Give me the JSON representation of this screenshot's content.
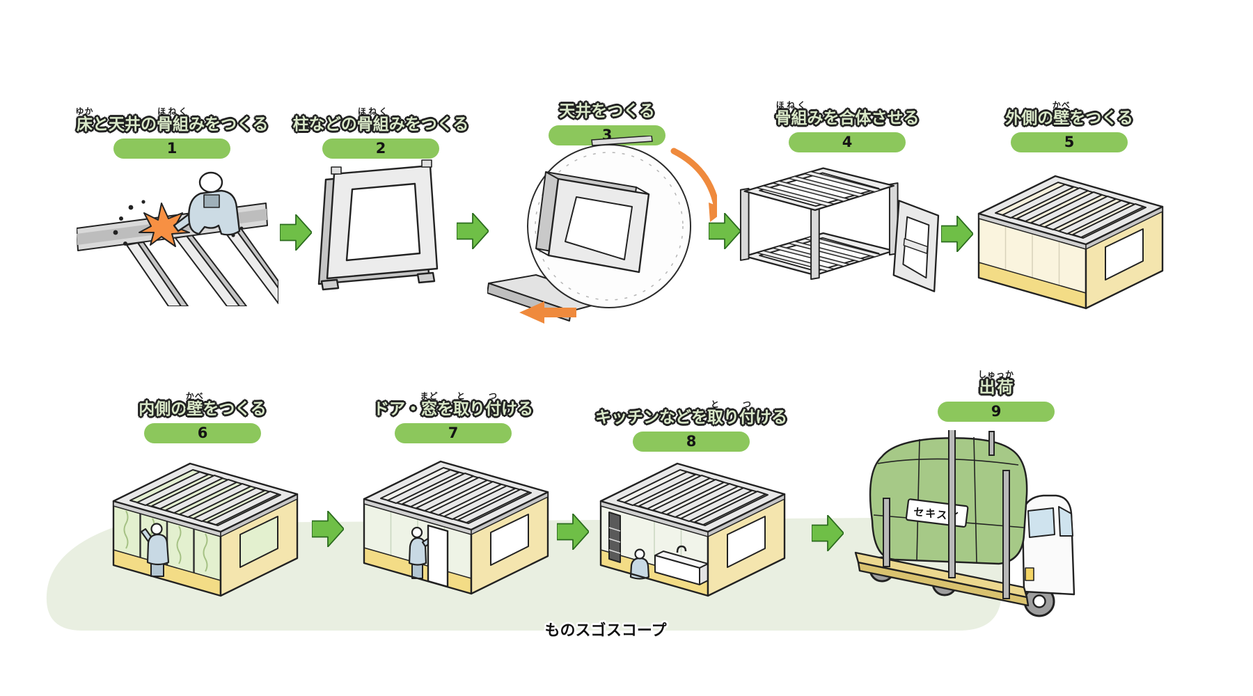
{
  "caption": "ものスゴスコープ",
  "truck": {
    "sign": "セキスイ"
  },
  "colors": {
    "pill_green": "#8cc75c",
    "arrow_green": "#6fbf47",
    "title_fill_green": "#d9e8c8",
    "outline_ink": "#222222",
    "band_green": "#e9efe1",
    "wall_beige": "#f4e5ae",
    "floor_yellow": "#f3dc86",
    "insulation_green": "#e3f0cf",
    "tarp_green": "#a6c987",
    "steel_gray": "#e8e8e8",
    "flame_orange": "#f79043",
    "rotation_arrow_orange": "#ef8a3d"
  },
  "arrows": {
    "between_steps": "green-right-arrow",
    "rotation": "orange-rotation-arrow"
  },
  "steps": [
    {
      "number": "1",
      "title_segments": [
        {
          "t": "床",
          "r": "ゆか"
        },
        {
          "t": "と天井の"
        },
        {
          "t": "骨組",
          "r": "ほねく"
        },
        {
          "t": "みをつくる"
        }
      ],
      "alt": "worker welding floor and ceiling steel frame beams"
    },
    {
      "number": "2",
      "title_segments": [
        {
          "t": "柱などの"
        },
        {
          "t": "骨組",
          "r": "ほねく"
        },
        {
          "t": "みをつくる"
        }
      ],
      "alt": "standing rectangular column frame"
    },
    {
      "number": "3",
      "title_segments": [
        {
          "t": "天井をつくる"
        }
      ],
      "alt": "frame rotating inside circular jig with orange arrows"
    },
    {
      "number": "4",
      "title_segments": [
        {
          "t": "骨組",
          "r": "ほねく"
        },
        {
          "t": "みを合体させる"
        }
      ],
      "alt": "floor, ceiling and wall frames being combined into a box"
    },
    {
      "number": "5",
      "title_segments": [
        {
          "t": "外側の"
        },
        {
          "t": "壁",
          "r": "かべ"
        },
        {
          "t": "をつくる"
        }
      ],
      "alt": "box module with beige outer walls and window opening"
    },
    {
      "number": "6",
      "title_segments": [
        {
          "t": "内側の"
        },
        {
          "t": "壁",
          "r": "かべ"
        },
        {
          "t": "をつくる"
        }
      ],
      "alt": "worker fitting green insulation panels inside the module"
    },
    {
      "number": "7",
      "title_segments": [
        {
          "t": "ドア・"
        },
        {
          "t": "窓",
          "r": "まど"
        },
        {
          "t": "を"
        },
        {
          "t": "取",
          "r": "と"
        },
        {
          "t": "り"
        },
        {
          "t": "付",
          "r": "つ"
        },
        {
          "t": "ける"
        }
      ],
      "alt": "worker installing a door panel in the module"
    },
    {
      "number": "8",
      "title_segments": [
        {
          "t": "キッチンなどを"
        },
        {
          "t": "取",
          "r": "と"
        },
        {
          "t": "り"
        },
        {
          "t": "付",
          "r": "つ"
        },
        {
          "t": "ける"
        }
      ],
      "alt": "worker installing kitchen counter inside the module"
    },
    {
      "number": "9",
      "title_segments": [
        {
          "t": "出荷",
          "r": "しゅっか"
        }
      ],
      "alt": "truck carrying tarp-covered module for shipping"
    }
  ]
}
